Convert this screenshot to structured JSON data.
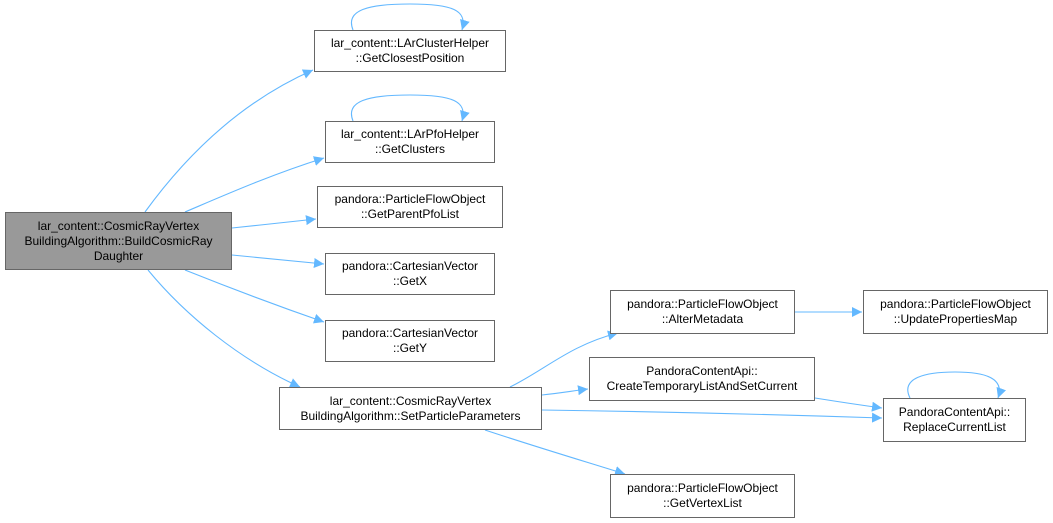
{
  "colors": {
    "edge": "#63b8ff",
    "node_border": "#666666",
    "root_fill": "#999999",
    "node_fill": "#ffffff"
  },
  "nodes": {
    "root": {
      "lines": [
        "lar_content::CosmicRayVertex",
        "BuildingAlgorithm::BuildCosmicRay",
        "Daughter"
      ]
    },
    "lch": {
      "lines": [
        "lar_content::LArClusterHelper",
        "::GetClosestPosition"
      ]
    },
    "lph": {
      "lines": [
        "lar_content::LArPfoHelper",
        "::GetClusters"
      ]
    },
    "pfo": {
      "lines": [
        "pandora::ParticleFlowObject",
        "::GetParentPfoList"
      ]
    },
    "cvx": {
      "lines": [
        "pandora::CartesianVector",
        "::GetX"
      ]
    },
    "cvy": {
      "lines": [
        "pandora::CartesianVector",
        "::GetY"
      ]
    },
    "spp": {
      "lines": [
        "lar_content::CosmicRayVertex",
        "BuildingAlgorithm::SetParticleParameters"
      ]
    },
    "alt": {
      "lines": [
        "pandora::ParticleFlowObject",
        "::AlterMetadata"
      ]
    },
    "upm": {
      "lines": [
        "pandora::ParticleFlowObject",
        "::UpdatePropertiesMap"
      ]
    },
    "ctl": {
      "lines": [
        "PandoraContentApi::",
        "CreateTemporaryListAndSetCurrent"
      ]
    },
    "rcl": {
      "lines": [
        "PandoraContentApi::",
        "ReplaceCurrentList"
      ]
    },
    "gvl": {
      "lines": [
        "pandora::ParticleFlowObject",
        "::GetVertexList"
      ]
    }
  },
  "edges": [
    {
      "from": "root",
      "to": "lch"
    },
    {
      "from": "root",
      "to": "lph"
    },
    {
      "from": "root",
      "to": "pfo"
    },
    {
      "from": "root",
      "to": "cvx"
    },
    {
      "from": "root",
      "to": "cvy"
    },
    {
      "from": "root",
      "to": "spp"
    },
    {
      "from": "lch",
      "to": "lch"
    },
    {
      "from": "lph",
      "to": "lph"
    },
    {
      "from": "spp",
      "to": "alt"
    },
    {
      "from": "spp",
      "to": "ctl"
    },
    {
      "from": "spp",
      "to": "rcl"
    },
    {
      "from": "spp",
      "to": "gvl"
    },
    {
      "from": "alt",
      "to": "upm"
    },
    {
      "from": "ctl",
      "to": "rcl"
    },
    {
      "from": "rcl",
      "to": "rcl"
    }
  ]
}
